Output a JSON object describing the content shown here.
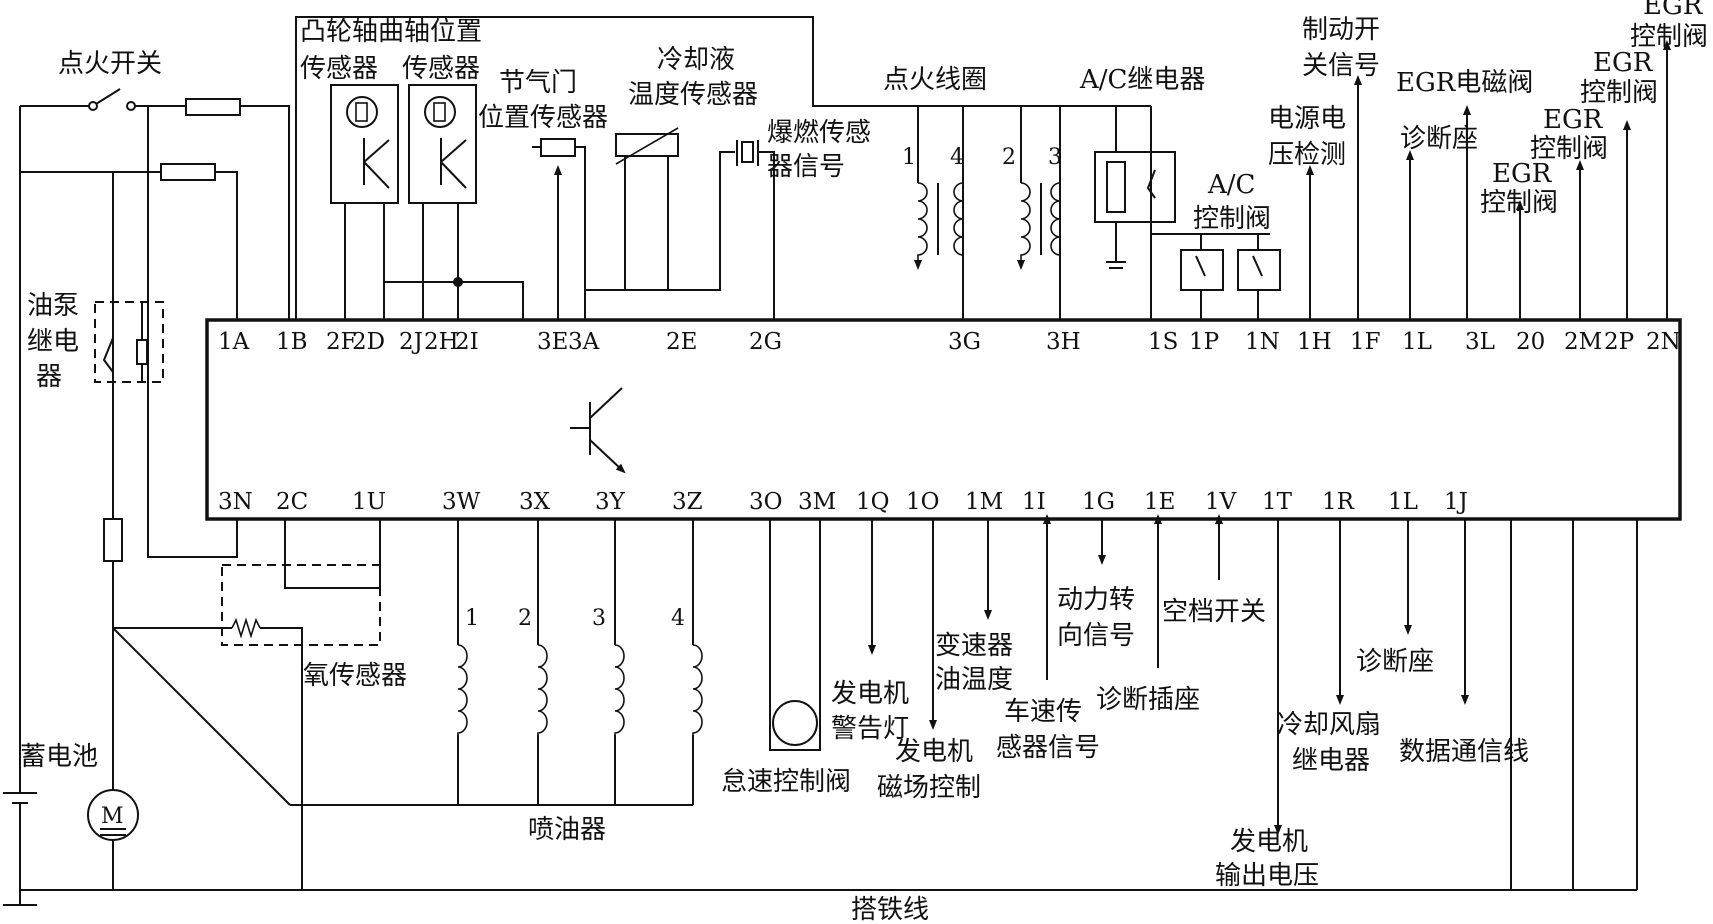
{
  "labels": {
    "ignition_switch": "点火开关",
    "cam_crank_title": "凸轮轴曲轴位置",
    "sensor_1": "传感器",
    "sensor_2": "传感器",
    "throttle_l1": "节气门",
    "throttle_l2": "位置传感器",
    "coolant_l1": "冷却液",
    "coolant_l2": "温度传感器",
    "knock_l1": "爆燃传感",
    "knock_l2": "器信号",
    "ignition_coil": "点火线圈",
    "ac_relay": "A/C继电器",
    "ac_valve_l1": "A/C",
    "ac_valve_l2": "控制阀",
    "voltage_l1": "电源电",
    "voltage_l2": "压检测",
    "brake_l1": "制动开",
    "brake_l2": "关信号",
    "diag_top": "诊断座",
    "egr_solenoid": "EGR电磁阀",
    "egr_a_l1": "EGR",
    "egr_a_l2": "控制阀",
    "egr_b_l1": "EGR",
    "egr_b_l2": "控制阀",
    "egr_c_l1": "EGR",
    "egr_c_l2": "控制阀",
    "egr_d_l1": "EGR",
    "egr_d_l2": "控制阀",
    "pump_l1": "油泵",
    "pump_l2": "继电",
    "pump_l3": "器",
    "oxygen": "氧传感器",
    "battery": "蓄电池",
    "motor_symbol": "M",
    "injectors": "喷油器",
    "idle_valve": "怠速控制阀",
    "alt_lamp_l1": "发电机",
    "alt_lamp_l2": "警告灯",
    "alt_field_l1": "发电机",
    "alt_field_l2": "磁场控制",
    "trans_l1": "变速器",
    "trans_l2": "油温度",
    "speed_l1": "车速传",
    "speed_l2": "感器信号",
    "ps_l1": "动力转",
    "ps_l2": "向信号",
    "diag_plug": "诊断插座",
    "neutral": "空档开关",
    "fan_l1": "冷却风扇",
    "fan_l2": "继电器",
    "diag_bottom": "诊断座",
    "data_line": "数据通信线",
    "alt_out_l1": "发电机",
    "alt_out_l2": "输出电压",
    "ground": "搭铁线"
  },
  "top_pins": [
    "1A",
    "1B",
    "2F",
    "2D",
    "2J",
    "2H",
    "2I",
    "3E",
    "3A",
    "2E",
    "2G",
    "3G",
    "3H",
    "1S",
    "1P",
    "1N",
    "1H",
    "1F",
    "1L",
    "3L",
    "20",
    "2M",
    "2P",
    "2N"
  ],
  "bottom_pins": [
    "3N",
    "2C",
    "1U",
    "3W",
    "3X",
    "3Y",
    "3Z",
    "3O",
    "3M",
    "1Q",
    "1O",
    "1M",
    "1I",
    "1G",
    "1E",
    "1V",
    "1T",
    "1R",
    "1L",
    "1J"
  ],
  "coil_numbers": [
    "1",
    "4",
    "2",
    "3"
  ],
  "injector_numbers": [
    "1",
    "2",
    "3",
    "4"
  ]
}
